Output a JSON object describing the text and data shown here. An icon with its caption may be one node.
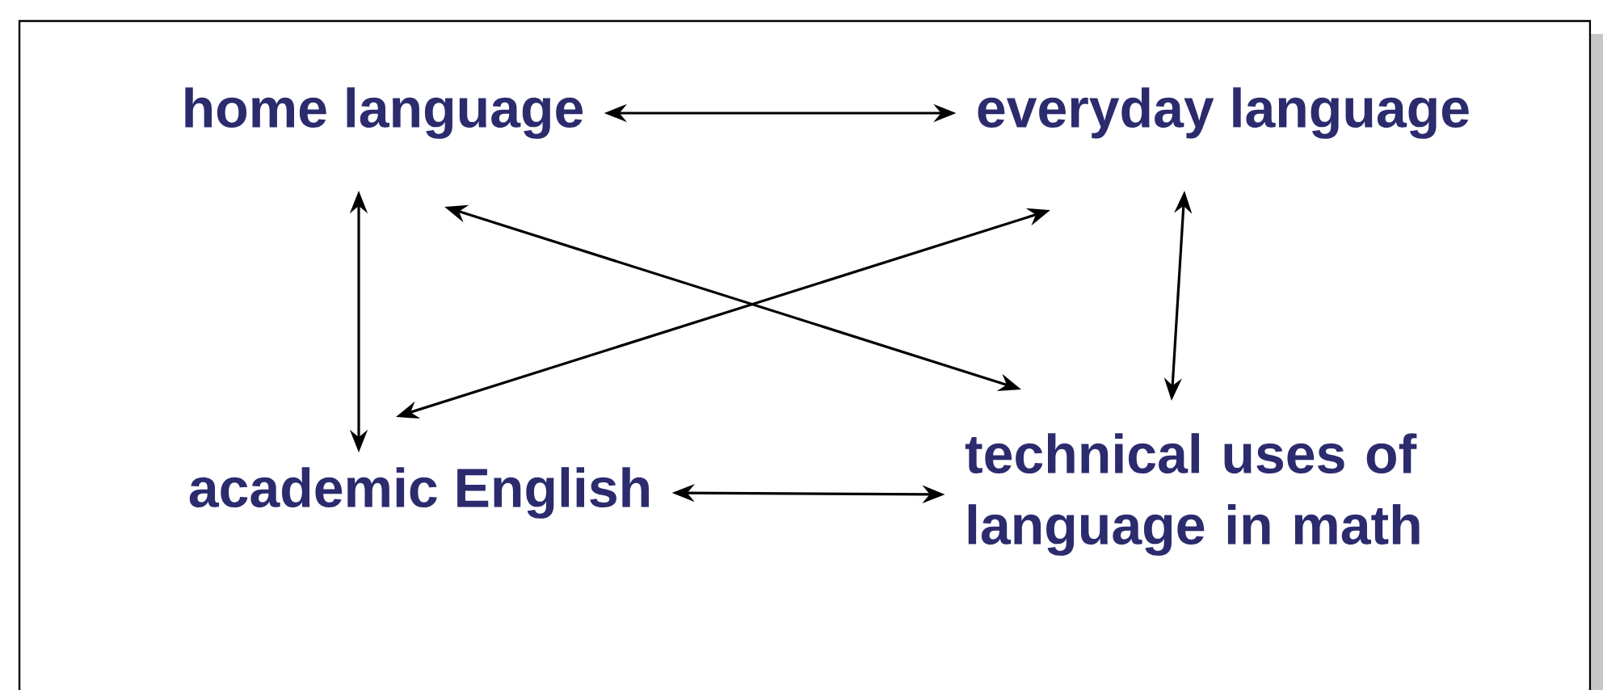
{
  "diagram": {
    "nodes": [
      {
        "text": [
          "home language"
        ]
      },
      {
        "text": [
          "everyday language"
        ]
      },
      {
        "text": [
          "academic English"
        ]
      },
      {
        "text": [
          "technical uses of language in math"
        ]
      }
    ],
    "edges": [
      {
        "from": 0,
        "to": 1,
        "arrow": "both"
      },
      {
        "from": 0,
        "to": 2,
        "arrow": "both"
      },
      {
        "from": 1,
        "to": 3,
        "arrow": "both"
      },
      {
        "from": 0,
        "to": 3,
        "arrow": "both"
      },
      {
        "from": 1,
        "to": 2,
        "arrow": "both"
      },
      {
        "from": 2,
        "to": 3,
        "arrow": "both"
      }
    ]
  }
}
